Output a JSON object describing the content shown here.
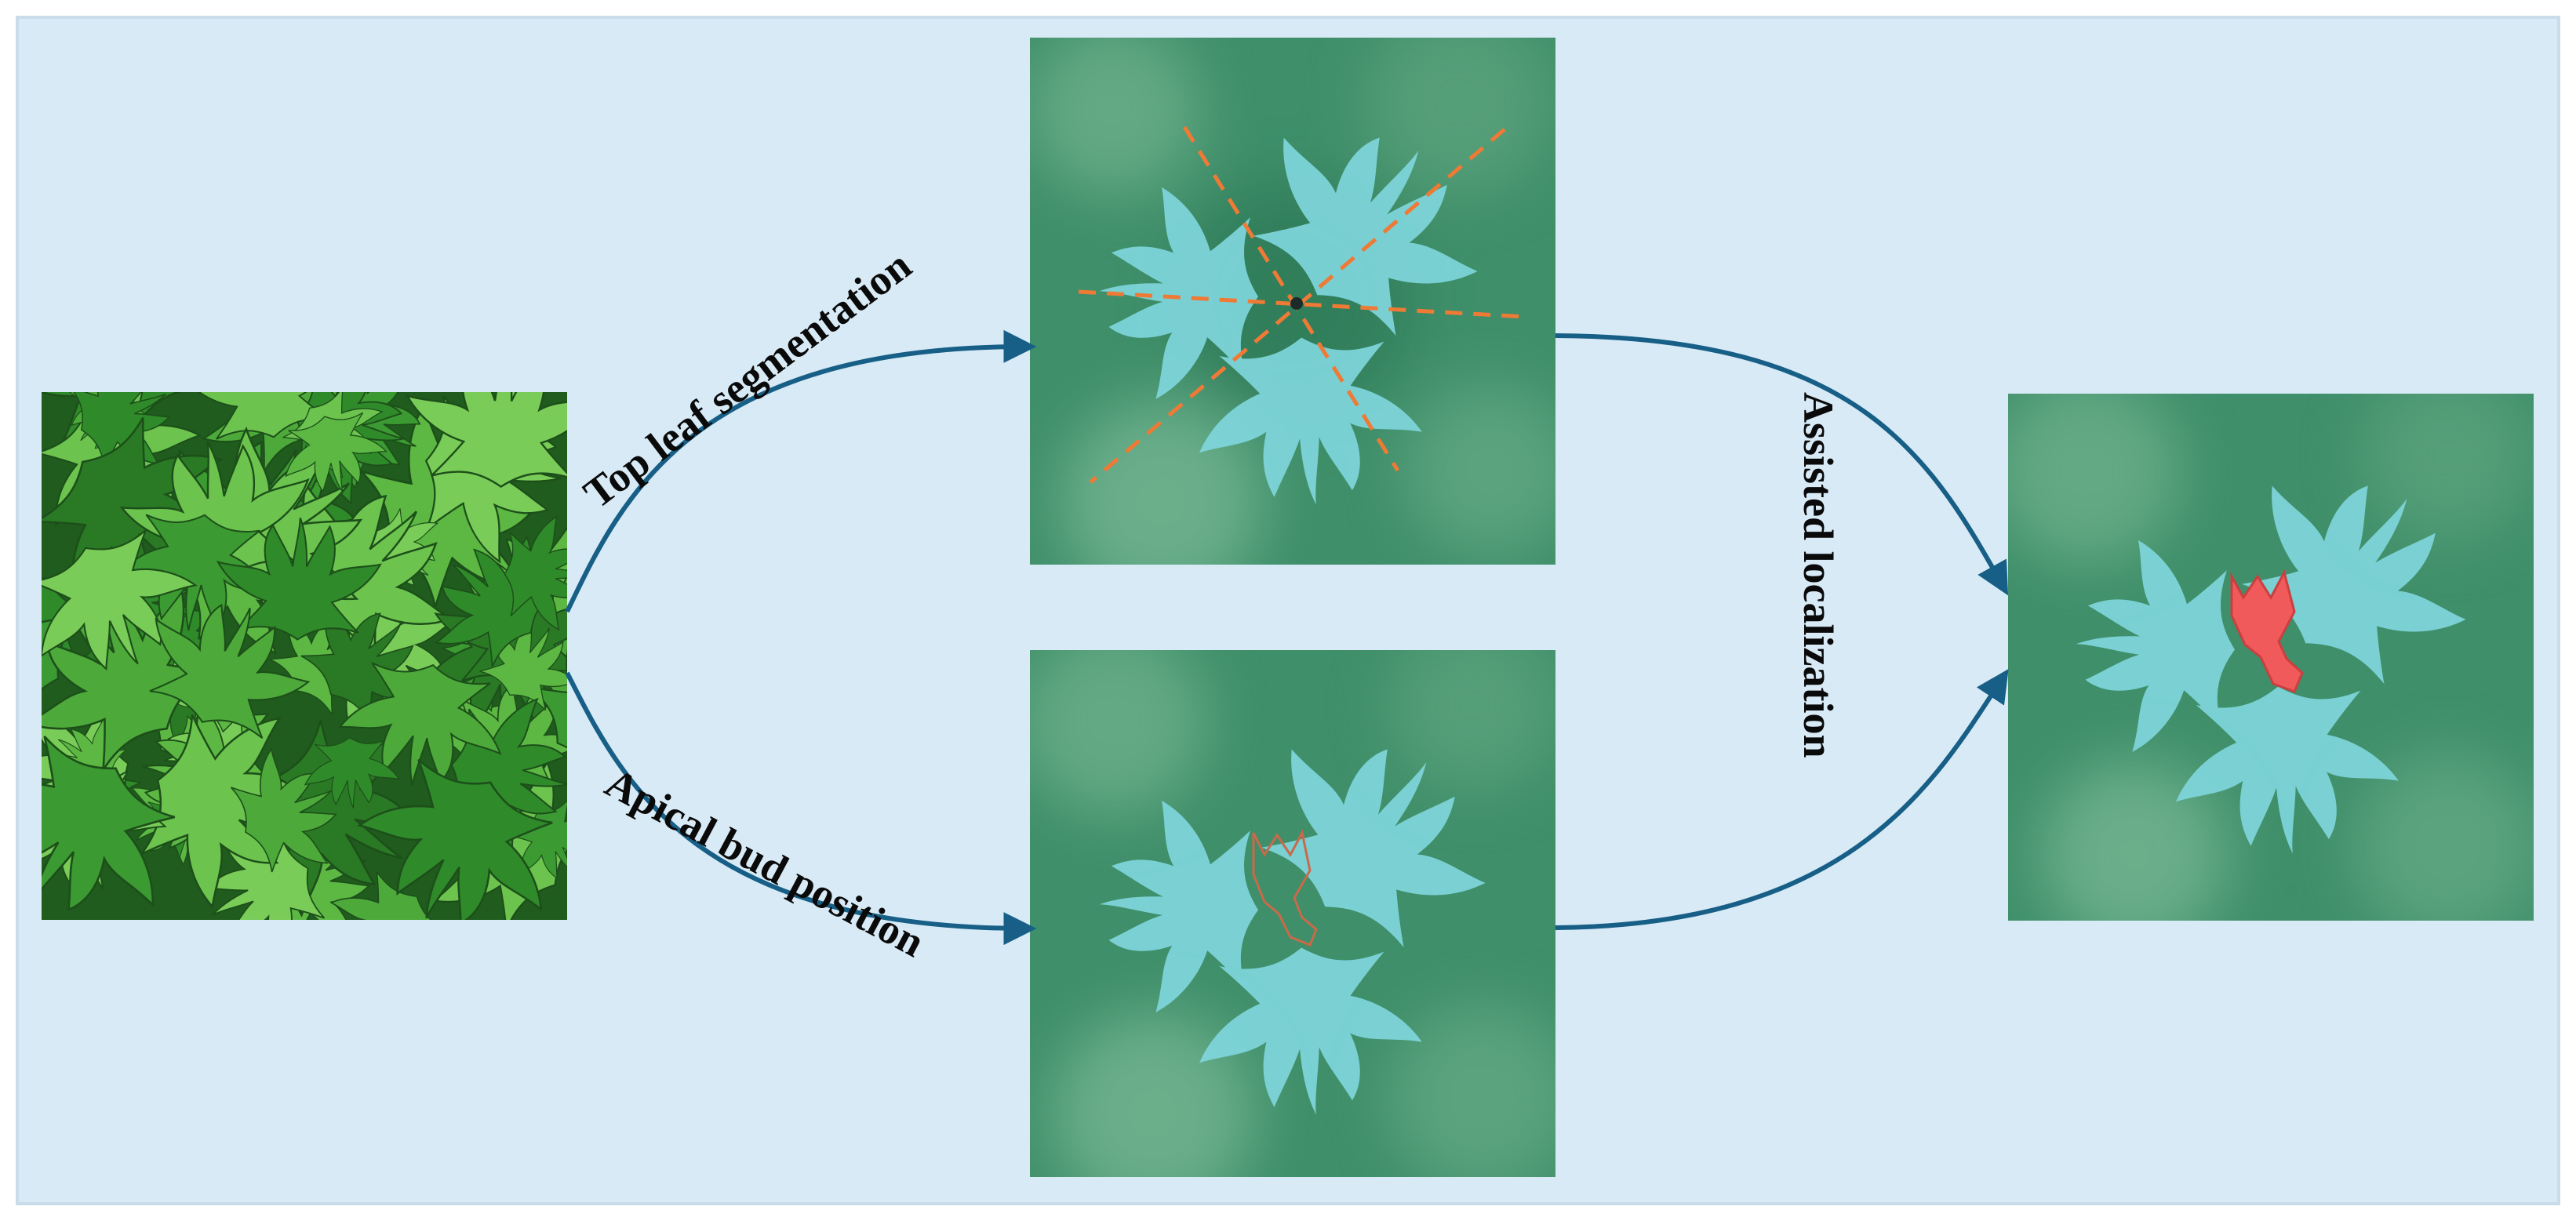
{
  "labels": {
    "top_leaf_segmentation": "Top leaf segmentation",
    "apical_bud_position": "Apical bud position",
    "assisted_localization": "Assisted localization"
  },
  "panels": [
    {
      "id": "input-photo",
      "content": "cotton canopy photograph"
    },
    {
      "id": "segmentation-result",
      "content": "top leaves with dashed orientation lines meeting at a center point"
    },
    {
      "id": "bud-position-result",
      "content": "top leaves with outlined apical bud"
    },
    {
      "id": "final-localization",
      "content": "top leaves with highlighted apical bud"
    }
  ],
  "colors": {
    "background": "#d8eaf6",
    "border": "#cfe0ee",
    "arrow": "#175f86",
    "leaf": "#7fd6dc",
    "leaf_vein": "#b9eef0",
    "dashed_line": "#ee7a35",
    "bud_fill": "#f05a5a",
    "bud_outline": "#c96a4a",
    "panel_green": "#3f8f6a",
    "photo_green": "#2f8a2a"
  }
}
